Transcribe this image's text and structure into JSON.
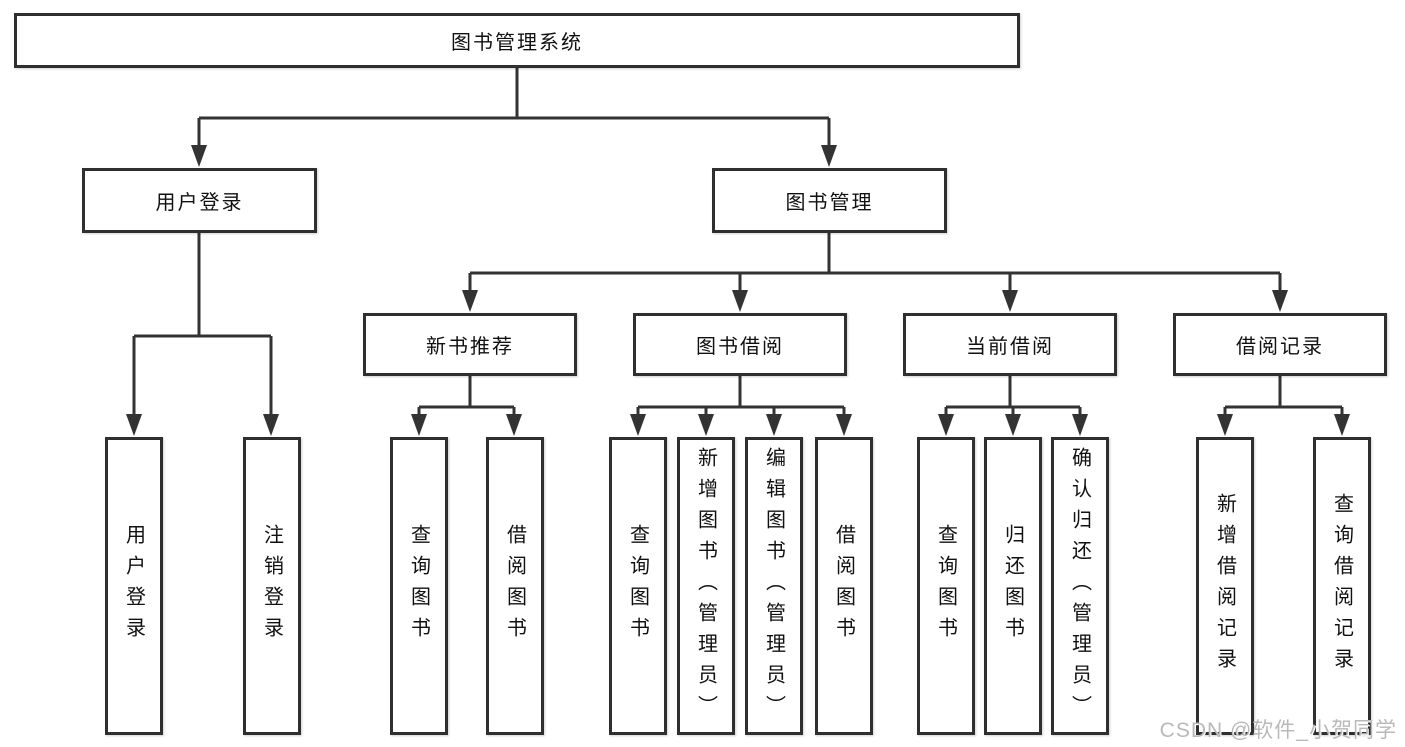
{
  "diagram": {
    "root": {
      "label": "图书管理系统"
    },
    "branches": [
      {
        "label": "用户登录",
        "children": [
          {
            "label": "用户登录"
          },
          {
            "label": "注销登录"
          }
        ]
      },
      {
        "label": "图书管理",
        "children": [
          {
            "label": "新书推荐",
            "children": [
              {
                "label": "查询图书"
              },
              {
                "label": "借阅图书"
              }
            ]
          },
          {
            "label": "图书借阅",
            "children": [
              {
                "label": "查询图书"
              },
              {
                "label": "新增图书（管理员）"
              },
              {
                "label": "编辑图书（管理员）"
              },
              {
                "label": "借阅图书"
              }
            ]
          },
          {
            "label": "当前借阅",
            "children": [
              {
                "label": "查询图书"
              },
              {
                "label": "归还图书"
              },
              {
                "label": "确认归还（管理员）"
              }
            ]
          },
          {
            "label": "借阅记录",
            "children": [
              {
                "label": "新增借阅记录"
              },
              {
                "label": "查询借阅记录"
              }
            ]
          }
        ]
      }
    ]
  },
  "watermark": {
    "text": "CSDN @软件_小贺同学"
  },
  "colors": {
    "line": "#333333",
    "border": "#2f2f2f",
    "text": "#111111",
    "watermark": "#b9b9b9",
    "background": "#ffffff"
  }
}
